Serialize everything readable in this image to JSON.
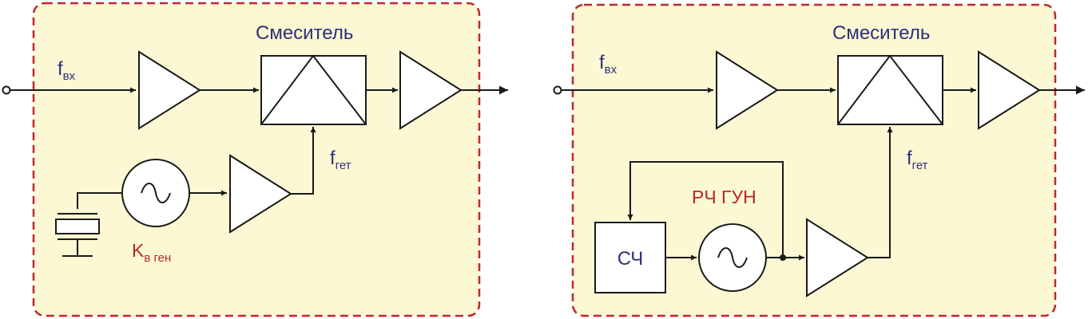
{
  "colors": {
    "panel_fill": "#fbf8d3",
    "panel_border": "#c0282e",
    "label_blue": "#2e2f7a",
    "label_red": "#b5282b",
    "line": "#1a1a1a"
  },
  "left": {
    "mixer_label": "Смеситель",
    "input_label": "f",
    "input_sub": "вх",
    "lo_label": "f",
    "lo_sub": "гет",
    "osc_label": "K",
    "osc_sub": "в ген"
  },
  "right": {
    "mixer_label": "Смеситель",
    "input_label": "f",
    "input_sub": "вх",
    "lo_label": "f",
    "lo_sub": "гет",
    "vco_label": "РЧ ГУН",
    "synth_label": "СЧ"
  },
  "icons": [
    "crystal-icon",
    "sine-oscillator-icon",
    "amplifier-icon",
    "mixer-icon",
    "arrow-icon"
  ]
}
